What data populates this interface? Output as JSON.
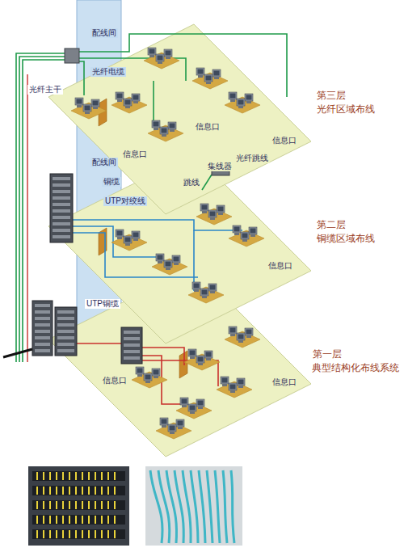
{
  "diagram": {
    "labels": [
      "配线间",
      "光纤电缆",
      "光纤主干",
      "信息口",
      "信息口",
      "信息口",
      "集线器",
      "光纤跳线",
      "跳线",
      "第三层",
      "光纤区域布线",
      "配线间",
      "铜缆",
      "UTP对绞线",
      "信息口",
      "第二层",
      "铜缆区域布线",
      "UTP铜缆",
      "信息口",
      "信息口",
      "第一层",
      "典型结构化布线系统"
    ]
  }
}
